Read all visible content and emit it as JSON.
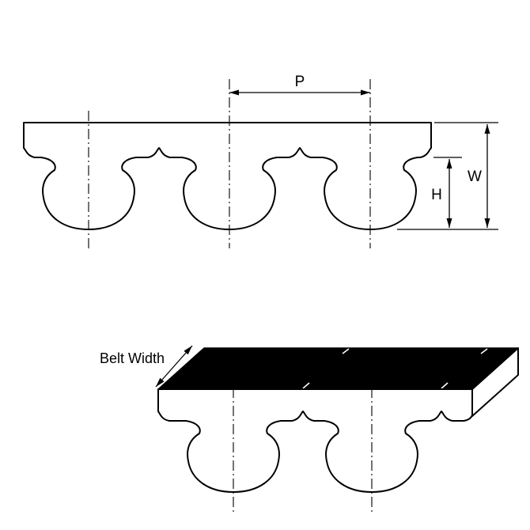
{
  "diagram": {
    "title": "timing-belt-profile-drawing",
    "labels": {
      "pitch": "P",
      "overall_width": "W",
      "tooth_height": "H",
      "belt_width": "Belt Width"
    },
    "colors": {
      "line": "#000000",
      "fill": "#ffffff",
      "top_face": "#000000",
      "background": "#ffffff"
    }
  }
}
